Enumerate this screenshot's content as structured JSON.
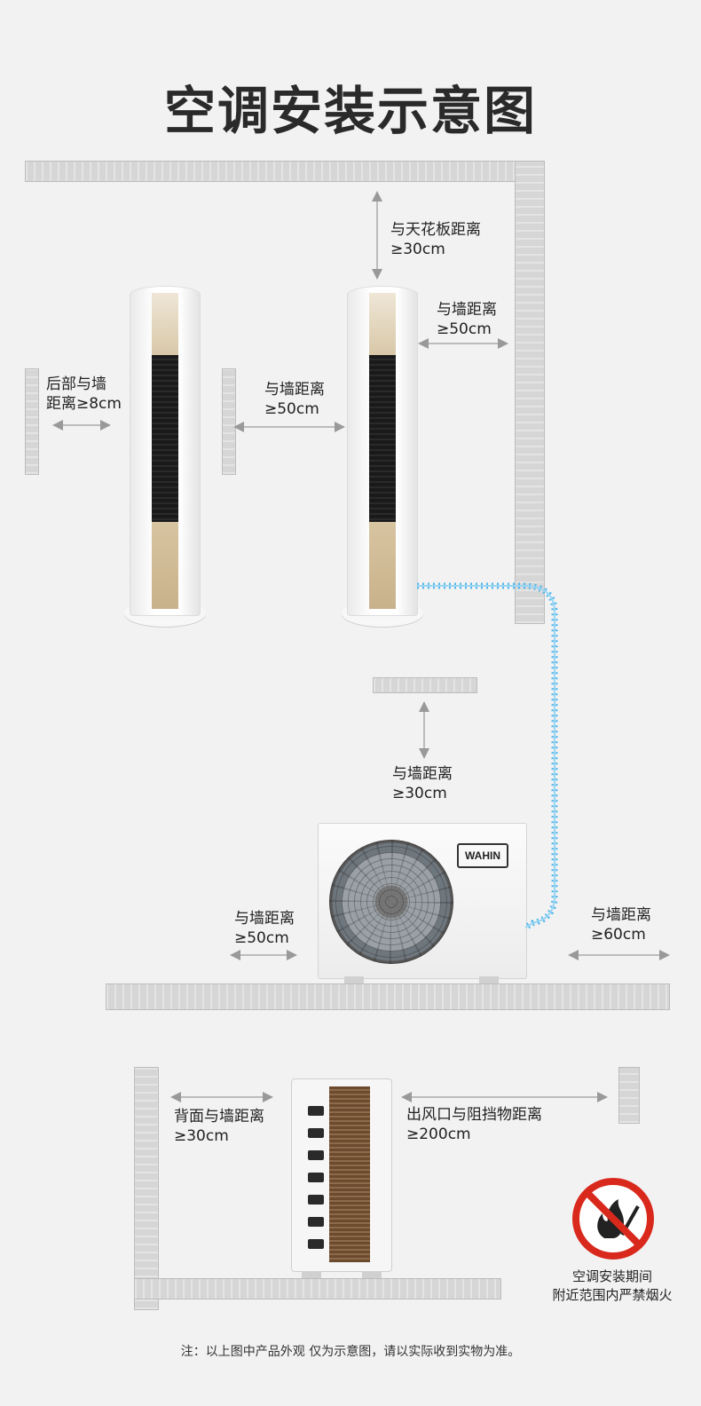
{
  "title": "空调安装示意图",
  "labels": {
    "ceiling": [
      "与天花板距离",
      "≥30cm"
    ],
    "right_wall_top": [
      "与墙距离",
      "≥50cm"
    ],
    "back_wall": [
      "后部与墙",
      "距离≥8cm"
    ],
    "between": [
      "与墙距离",
      "≥50cm"
    ],
    "above_outdoor": [
      "与墙距离",
      "≥30cm"
    ],
    "outdoor_left": [
      "与墙距离",
      "≥50cm"
    ],
    "outdoor_right": [
      "与墙距离",
      "≥60cm"
    ],
    "rear_back": [
      "背面与墙距离",
      "≥30cm"
    ],
    "rear_outlet": [
      "出风口与阻挡物距离",
      "≥200cm"
    ]
  },
  "outdoor_brand": "WAHIN",
  "warning": [
    "空调安装期间",
    "附近范围内严禁烟火"
  ],
  "footnote": "注：以上图中产品外观 仅为示意图，请以实际收到实物为准。",
  "colors": {
    "pipe": "#58b8ea",
    "prohibit_red": "#d9281c",
    "wall": "#d6d6d6"
  }
}
